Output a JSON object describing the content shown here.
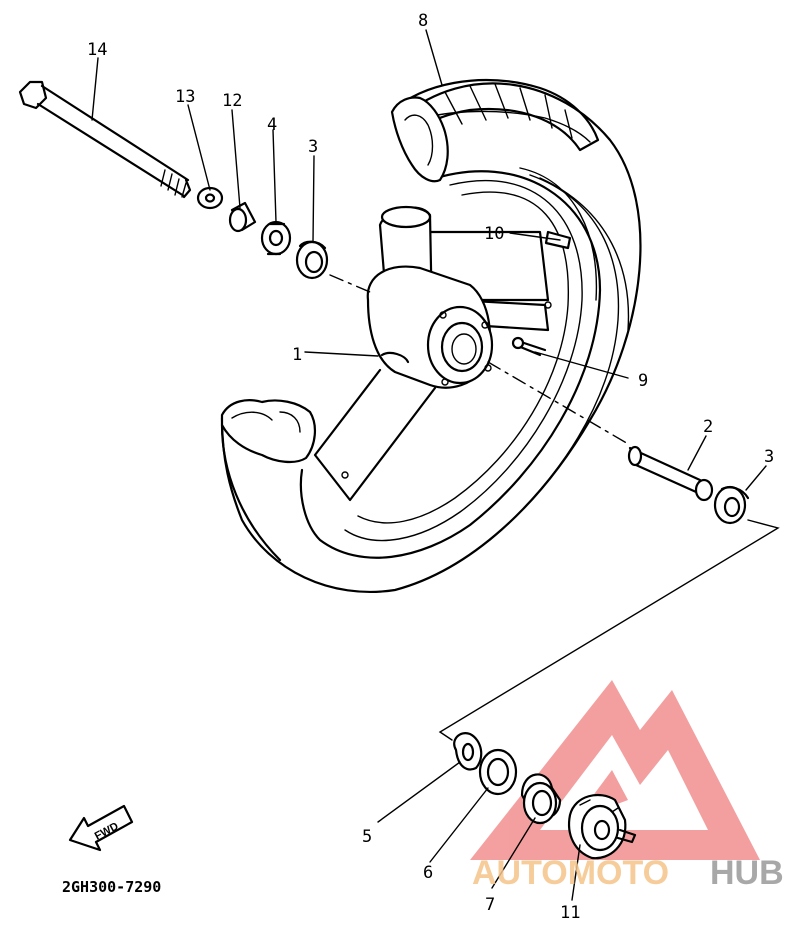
{
  "diagram": {
    "part_labels": [
      {
        "id": "p1",
        "text": "1"
      },
      {
        "id": "p2",
        "text": "2"
      },
      {
        "id": "p3a",
        "text": "3"
      },
      {
        "id": "p3b",
        "text": "3"
      },
      {
        "id": "p4",
        "text": "4"
      },
      {
        "id": "p5",
        "text": "5"
      },
      {
        "id": "p6",
        "text": "6"
      },
      {
        "id": "p7",
        "text": "7"
      },
      {
        "id": "p8",
        "text": "8"
      },
      {
        "id": "p9",
        "text": "9"
      },
      {
        "id": "p10",
        "text": "10"
      },
      {
        "id": "p11",
        "text": "11"
      },
      {
        "id": "p12",
        "text": "12"
      },
      {
        "id": "p13",
        "text": "13"
      },
      {
        "id": "p14",
        "text": "14"
      }
    ],
    "diagram_code": "2GH300-7290",
    "fwd_arrow_text": "FWD"
  },
  "watermark": {
    "brand_part1": "AUTOMOTO",
    "brand_part2": "HUB",
    "logo_color": "#f08080",
    "brand_color_1": "#f5c48a",
    "brand_color_2": "#9a9a9a"
  }
}
